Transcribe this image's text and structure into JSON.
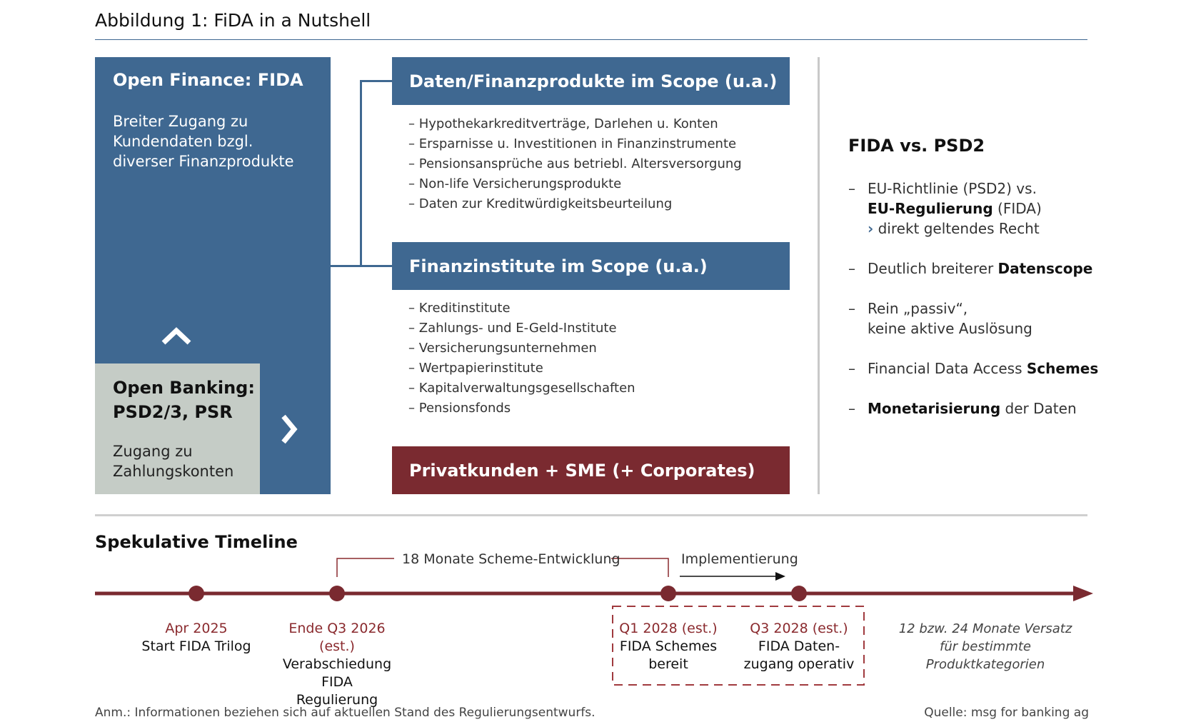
{
  "figure": {
    "title": "Abbildung 1: FiDA in a Nutshell"
  },
  "open_finance": {
    "title": "Open Finance: FIDA",
    "description": "Breiter Zugang zu Kundendaten bzgl. diverser Finanzprodukte"
  },
  "open_banking": {
    "title": "Open Banking: PSD2/3, PSR",
    "description": "Zugang zu Zahlungskonten"
  },
  "products_scope": {
    "header": "Daten/Finanzprodukte im Scope (u.a.)",
    "items": [
      "Hypothekarkreditverträge, Darlehen u. Konten",
      "Ersparnisse u. Investitionen in Finanzinstrumente",
      "Pensionsansprüche aus betriebl. Altersversorgung",
      "Non-life Versicherungsprodukte",
      "Daten zur Kreditwürdigkeitsbeurteilung"
    ]
  },
  "institutions_scope": {
    "header": "Finanzinstitute im Scope (u.a.)",
    "items": [
      "Kreditinstitute",
      "Zahlungs- und E-Geld-Institute",
      "Versicherungsunternehmen",
      "Wertpapierinstitute",
      "Kapitalverwaltungsgesellschaften",
      "Pensionsfonds"
    ]
  },
  "customers": {
    "label": "Privatkunden + SME (+ Corporates)"
  },
  "comparison": {
    "title": "FIDA vs. PSD2",
    "dash": "–",
    "p1_a": "EU-Richtlinie (PSD2) vs.",
    "p1_b_bold": "EU-Regulierung",
    "p1_b_rest": " (FIDA)",
    "p1_c": "direkt geltendes Recht",
    "p2_pre": "Deutlich breiterer ",
    "p2_bold": "Datenscope",
    "p3_a": "Rein „passiv“,",
    "p3_b": "keine aktive Auslösung",
    "p4_pre": "Financial Data Access ",
    "p4_bold": "Schemes",
    "p5_bold": "Monetarisierung",
    "p5_rest": " der Daten"
  },
  "timeline": {
    "title": "Spekulative Timeline",
    "bracket_label": "18 Monate Scheme-Entwicklung",
    "implementation_label": "Implementierung",
    "milestones": [
      {
        "date": "Apr 2025",
        "desc": "Start FIDA Trilog"
      },
      {
        "date": "Ende Q3 2026 (est.)",
        "desc": "Verabschiedung FIDA Regulierung"
      },
      {
        "date": "Q1 2028 (est.)",
        "desc": "FIDA Schemes bereit"
      },
      {
        "date": "Q3 2028 (est.)",
        "desc": "FIDA Daten-zugang operativ"
      }
    ],
    "note": "12 bzw. 24 Monate Versatz für bestimmte Produktkategorien"
  },
  "footer": {
    "note": "Anm.: Informationen beziehen sich auf aktuellen Stand des Regulierungsentwurfs.",
    "source": "Quelle: msg for banking ag"
  },
  "colors": {
    "blue": "#3f6891",
    "gray_green": "#c5ccc6",
    "dark_red": "#7a2a30",
    "timeline_red": "#8a2a2e"
  },
  "icons": {
    "up": "chevron-up-icon",
    "right": "chevron-right-icon",
    "arrow": "arrow-right-icon"
  }
}
